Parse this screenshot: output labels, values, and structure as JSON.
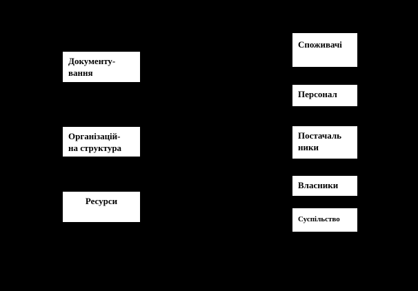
{
  "diagram": {
    "background_color": "#000000",
    "box_fill_color": "#ffffff",
    "text_color": "#000000",
    "left_boxes": [
      {
        "id": "documentation",
        "label": "Документу-\nвання"
      },
      {
        "id": "org-structure",
        "label": "Організацій-\nна структура"
      },
      {
        "id": "resources",
        "label": "Ресурси"
      }
    ],
    "right_boxes": [
      {
        "id": "consumers",
        "label": "Споживачі"
      },
      {
        "id": "personnel",
        "label": "Персонал"
      },
      {
        "id": "suppliers",
        "label": "Постачаль\nники"
      },
      {
        "id": "owners",
        "label": "Власники"
      },
      {
        "id": "society",
        "label": "Суспільство"
      }
    ]
  }
}
